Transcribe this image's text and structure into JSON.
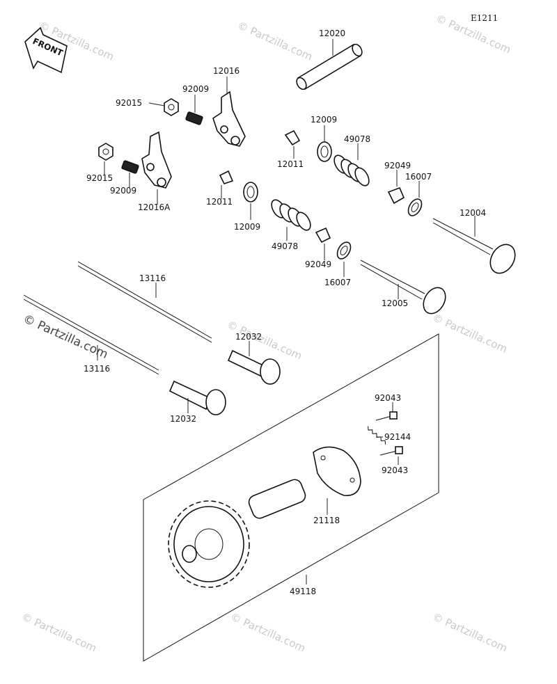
{
  "diagram_code": "E1211",
  "front_label": "FRONT",
  "watermark_main": "© Partzilla.com",
  "watermark_repeat": "© Partzilla.com",
  "parts": {
    "p12020": "12020",
    "p12016": "12016",
    "p92009a": "92009",
    "p92015a": "92015",
    "p92015b": "92015",
    "p92009b": "92009",
    "p12016A": "12016A",
    "p12009a": "12009",
    "p49078a": "49078",
    "p12011a": "12011",
    "p92049a": "92049",
    "p16007a": "16007",
    "p12011b": "12011",
    "p12009b": "12009",
    "p49078b": "49078",
    "p92049b": "92049",
    "p16007b": "16007",
    "p12004": "12004",
    "p12005": "12005",
    "p13116a": "13116",
    "p13116b": "13116",
    "p12032a": "12032",
    "p12032b": "12032",
    "p92043a": "92043",
    "p92144": "92144",
    "p92043b": "92043",
    "p21118": "21118",
    "p49118": "49118"
  }
}
